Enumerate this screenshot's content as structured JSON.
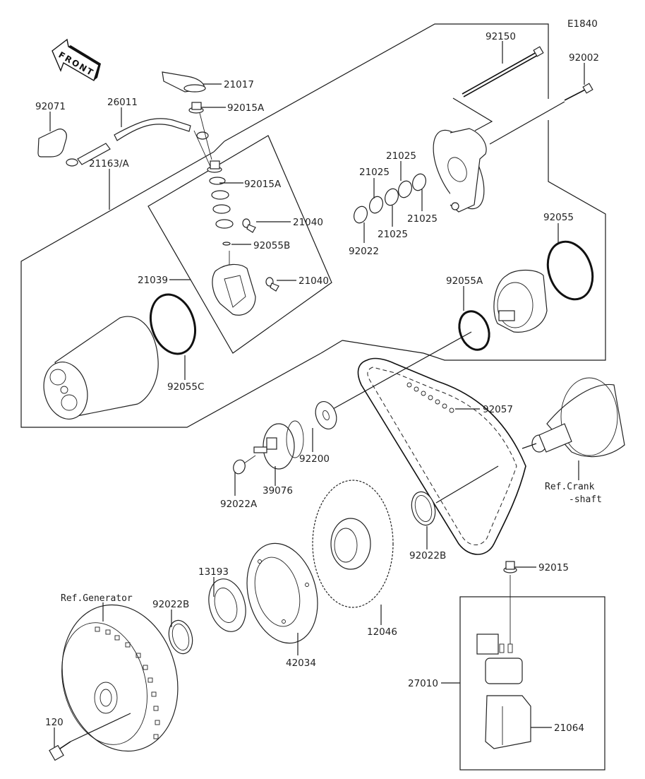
{
  "diagram": {
    "code": "E1840",
    "front_arrow": "FRONT",
    "parts": {
      "p92150": "92150",
      "p92002": "92002",
      "p21017": "21017",
      "p92015A_top": "92015A",
      "p92071": "92071",
      "p26011": "26011",
      "p92015A_mid": "92015A",
      "p21163A": "21163/A",
      "p21040_a": "21040",
      "p92055B": "92055B",
      "p21039": "21039",
      "p21040_b": "21040",
      "p92055C": "92055C",
      "p21025_a": "21025",
      "p21025_b": "21025",
      "p21025_c": "21025",
      "p21025_d": "21025",
      "p92022": "92022",
      "p92055": "92055",
      "p92055A": "92055A",
      "p92057": "92057",
      "p92200": "92200",
      "p39076": "39076",
      "p92022A": "92022A",
      "p92022B_mid": "92022B",
      "p12046": "12046",
      "p13193": "13193",
      "p92022B_low": "92022B",
      "p42034": "42034",
      "p120": "120",
      "p92015": "92015",
      "p27010": "27010",
      "p21064": "21064"
    },
    "references": {
      "crankshaft_line1": "Ref.Crank",
      "crankshaft_line2": "-shaft",
      "generator": "Ref.Generator"
    }
  }
}
